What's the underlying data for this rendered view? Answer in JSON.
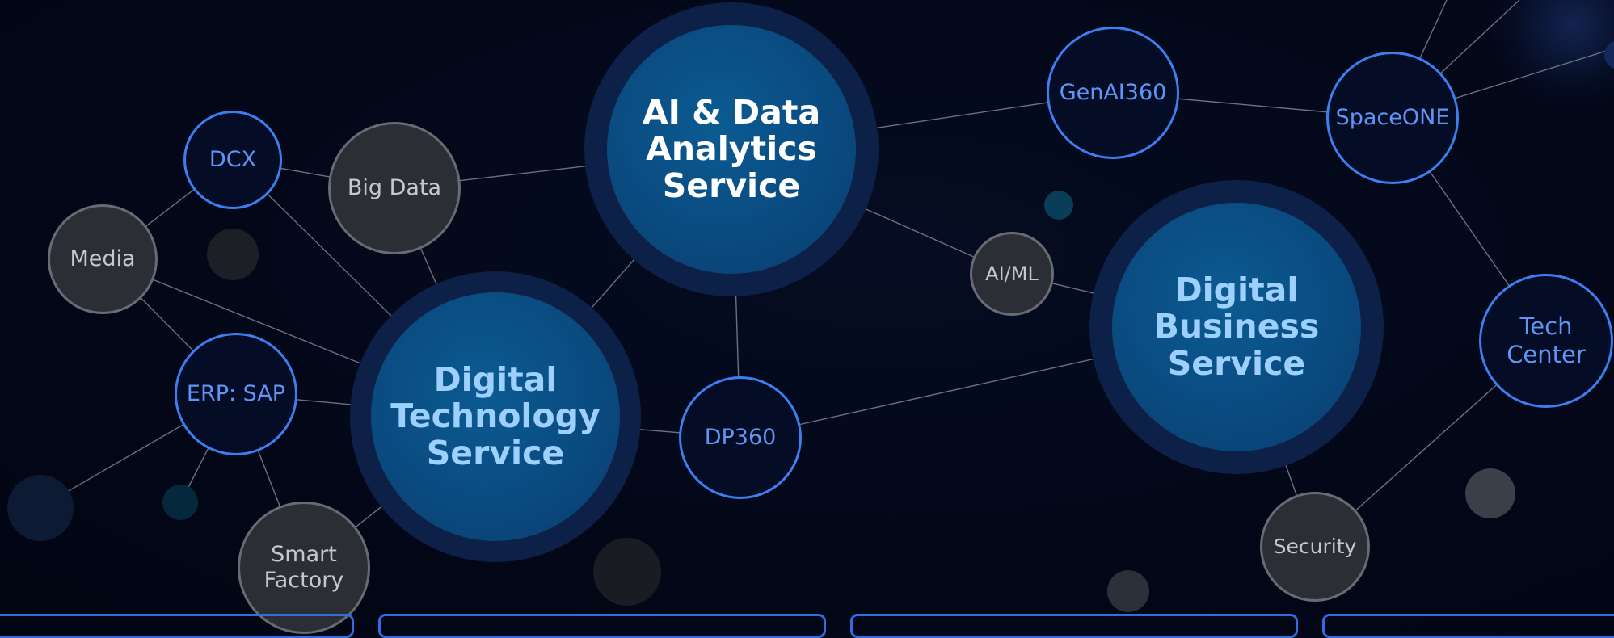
{
  "colors": {
    "accent_blue": "#3d7ef0",
    "node_blue_text": "#5f95f5",
    "node_grey_border": "#676b73",
    "node_grey_fill": "#2c2e35",
    "service_fill": "#0a4b80",
    "service_text_light": "#9dd0ff",
    "background": "#03081a"
  },
  "services": {
    "ai_data": {
      "line1": "AI & Data",
      "line2": "Analytics",
      "line3": "Service"
    },
    "digital_technology": {
      "line1": "Digital",
      "line2": "Technology",
      "line3": "Service"
    },
    "digital_business": {
      "line1": "Digital",
      "line2": "Business",
      "line3": "Service"
    }
  },
  "nodes": {
    "dcx": "DCX",
    "big_data": "Big Data",
    "media": "Media",
    "erp_sap": "ERP: SAP",
    "smart_factory_1": "Smart",
    "smart_factory_2": "Factory",
    "dp360": "DP360",
    "ai_ml": "AI/ML",
    "genai360": "GenAI360",
    "spaceone": "SpaceONE",
    "tech_center_1": "Tech",
    "tech_center_2": "Center",
    "security": "Security"
  }
}
